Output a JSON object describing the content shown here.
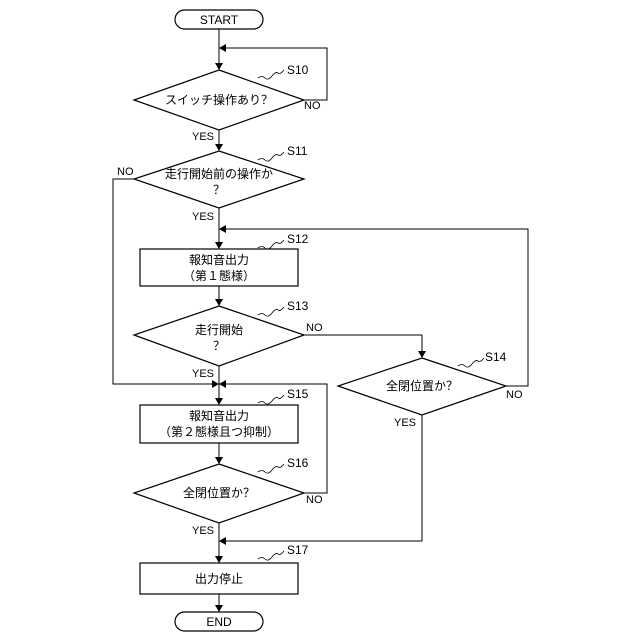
{
  "nodes": {
    "start": "START",
    "s10": "スイッチ操作あり？",
    "s11": {
      "line1": "走行開始前の操作か",
      "line2": "？"
    },
    "s12": {
      "line1": "報知音出力",
      "line2": "（第１態様）"
    },
    "s13": {
      "line1": "走行開始",
      "line2": "？"
    },
    "s14": "全閉位置か？",
    "s15": {
      "line1": "報知音出力",
      "line2": "（第２態様且つ抑制）"
    },
    "s16": "全閉位置か？",
    "s17": "出力停止",
    "end": "END"
  },
  "steps": {
    "s10": "S10",
    "s11": "S11",
    "s12": "S12",
    "s13": "S13",
    "s14": "S14",
    "s15": "S15",
    "s16": "S16",
    "s17": "S17"
  },
  "branches": {
    "s10_no": "NO",
    "s10_yes": "YES",
    "s11_no": "NO",
    "s11_yes": "YES",
    "s13_no": "NO",
    "s13_yes": "YES",
    "s14_no": "NO",
    "s14_yes": "YES",
    "s16_no": "NO",
    "s16_yes": "YES"
  }
}
